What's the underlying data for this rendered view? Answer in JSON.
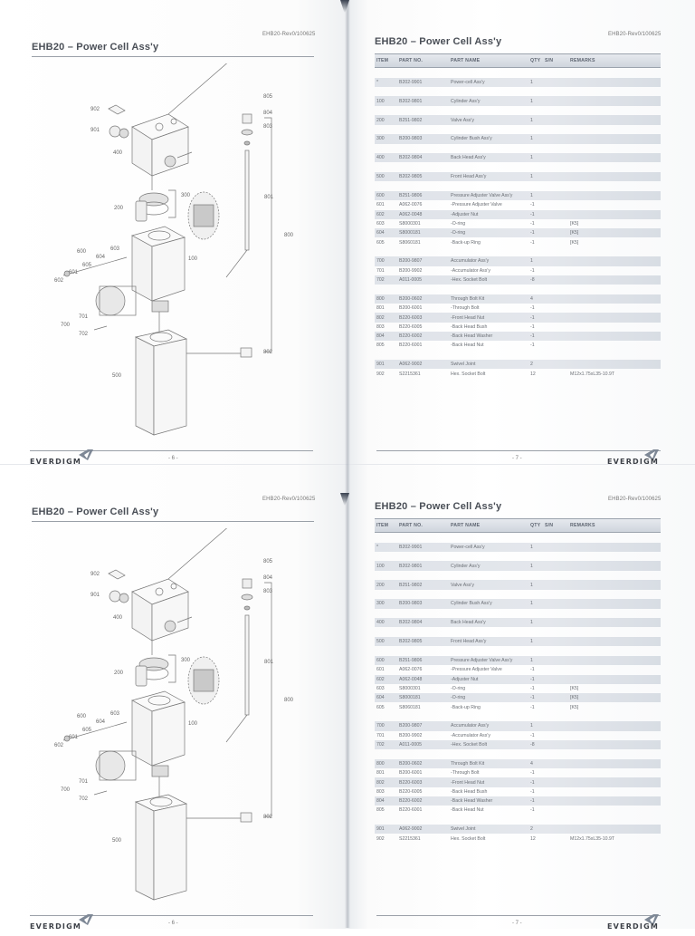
{
  "document": {
    "doc_ref": "EHB20-Rev0/100625",
    "title": "EHB20 – Power Cell Ass'y",
    "brand": "EVERDIGM"
  },
  "spreads": [
    {
      "left_page": {
        "page_number": "- 6 -",
        "diagram": {
          "callouts": [
            "902",
            "901",
            "400",
            "300",
            "200",
            "100",
            "600",
            "603",
            "604",
            "605",
            "601",
            "602",
            "700",
            "701",
            "702",
            "500",
            "800",
            "801",
            "802",
            "803",
            "804",
            "805"
          ]
        }
      },
      "right_page": {
        "page_number": "- 7 -"
      }
    },
    {
      "left_page": {
        "page_number": "- 6 -"
      },
      "right_page": {
        "page_number": "- 7 -"
      }
    }
  ],
  "parts_table": {
    "columns": [
      "ITEM",
      "PART NO.",
      "PART NAME",
      "QTY",
      "S/N",
      "REMARKS"
    ],
    "rows": [
      {
        "item": "*",
        "part_no": "B202-9901",
        "name": "Power-cell Ass'y",
        "qty": "1",
        "sn": "",
        "remarks": "",
        "band": true,
        "gap": true
      },
      {
        "item": "100",
        "part_no": "B202-9801",
        "name": "Cylinder Ass'y",
        "qty": "1",
        "sn": "",
        "remarks": "",
        "band": true,
        "gap": true
      },
      {
        "item": "200",
        "part_no": "B251-9802",
        "name": "Valve Ass'y",
        "qty": "1",
        "sn": "",
        "remarks": "",
        "band": true,
        "gap": true
      },
      {
        "item": "300",
        "part_no": "B200-9803",
        "name": "Cylinder Bush Ass'y",
        "qty": "1",
        "sn": "",
        "remarks": "",
        "band": true,
        "gap": true
      },
      {
        "item": "400",
        "part_no": "B202-9804",
        "name": "Back Head Ass'y",
        "qty": "1",
        "sn": "",
        "remarks": "",
        "band": true,
        "gap": true
      },
      {
        "item": "500",
        "part_no": "B202-9805",
        "name": "Front Head Ass'y",
        "qty": "1",
        "sn": "",
        "remarks": "",
        "band": true,
        "gap": true
      },
      {
        "item": "600",
        "part_no": "B251-9806",
        "name": "Pressure Adjuster Valve Ass'y",
        "qty": "1",
        "sn": "",
        "remarks": "",
        "band": true,
        "gap": true
      },
      {
        "item": "601",
        "part_no": "A062-0076",
        "name": "-Pressure Adjuster Valve",
        "qty": "-1",
        "sn": "",
        "remarks": "",
        "band": false,
        "gap": false
      },
      {
        "item": "602",
        "part_no": "A062-0048",
        "name": "-Adjuster Nut",
        "qty": "-1",
        "sn": "",
        "remarks": "",
        "band": true,
        "gap": false
      },
      {
        "item": "603",
        "part_no": "S8000301",
        "name": "-O-ring",
        "qty": "-1",
        "sn": "",
        "remarks": "[K5]",
        "band": false,
        "gap": false
      },
      {
        "item": "604",
        "part_no": "S8000181",
        "name": "-O-ring",
        "qty": "-1",
        "sn": "",
        "remarks": "[K5]",
        "band": true,
        "gap": false
      },
      {
        "item": "605",
        "part_no": "S8060181",
        "name": "-Back-up Ring",
        "qty": "-1",
        "sn": "",
        "remarks": "[K5]",
        "band": false,
        "gap": false
      },
      {
        "item": "700",
        "part_no": "B200-9807",
        "name": "Accumulator Ass'y",
        "qty": "1",
        "sn": "",
        "remarks": "",
        "band": true,
        "gap": true
      },
      {
        "item": "701",
        "part_no": "B200-9902",
        "name": "-Accumulator Ass'y",
        "qty": "-1",
        "sn": "",
        "remarks": "",
        "band": false,
        "gap": false
      },
      {
        "item": "702",
        "part_no": "A011-0005",
        "name": "-Hex. Socket Bolt",
        "qty": "-8",
        "sn": "",
        "remarks": "",
        "band": true,
        "gap": false
      },
      {
        "item": "800",
        "part_no": "B200-0602",
        "name": "Through Bolt Kit",
        "qty": "4",
        "sn": "",
        "remarks": "",
        "band": true,
        "gap": true
      },
      {
        "item": "801",
        "part_no": "B200-6001",
        "name": "-Through Bolt",
        "qty": "-1",
        "sn": "",
        "remarks": "",
        "band": false,
        "gap": false
      },
      {
        "item": "802",
        "part_no": "B220-6003",
        "name": "-Front Head Nut",
        "qty": "-1",
        "sn": "",
        "remarks": "",
        "band": true,
        "gap": false
      },
      {
        "item": "803",
        "part_no": "B220-6005",
        "name": "-Back Head Bush",
        "qty": "-1",
        "sn": "",
        "remarks": "",
        "band": false,
        "gap": false
      },
      {
        "item": "804",
        "part_no": "B220-6002",
        "name": "-Back Head Washer",
        "qty": "-1",
        "sn": "",
        "remarks": "",
        "band": true,
        "gap": false
      },
      {
        "item": "805",
        "part_no": "B220-6001",
        "name": "-Back Head Nut",
        "qty": "-1",
        "sn": "",
        "remarks": "",
        "band": false,
        "gap": false
      },
      {
        "item": "901",
        "part_no": "A062-9002",
        "name": "Swivel Joint",
        "qty": "2",
        "sn": "",
        "remarks": "",
        "band": true,
        "gap": true
      },
      {
        "item": "902",
        "part_no": "S2215361",
        "name": "Hex. Socket Bolt",
        "qty": "12",
        "sn": "",
        "remarks": "M12x1.75xL35-10.9T",
        "band": false,
        "gap": false
      }
    ]
  }
}
